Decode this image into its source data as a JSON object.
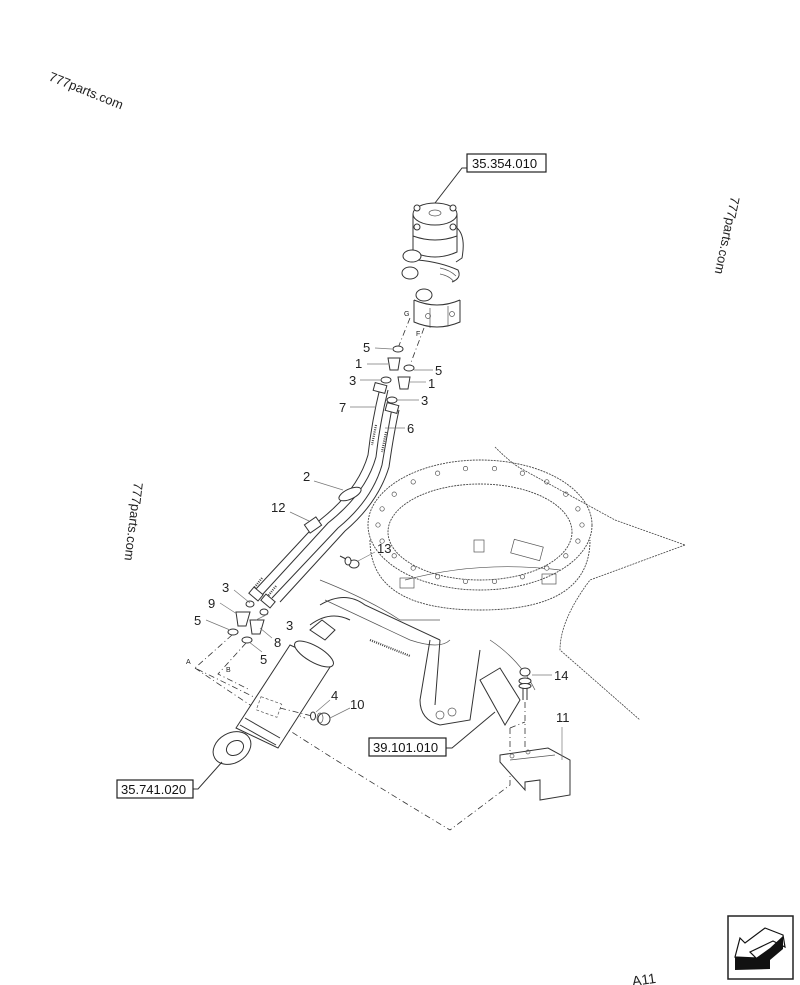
{
  "watermarks": [
    "777parts.com",
    "777parts.com",
    "777parts.com"
  ],
  "reference_boxes": {
    "swivel": "35.354.010",
    "frame": "39.101.010",
    "cylinder": "35.741.020"
  },
  "port_labels": {
    "g": "G",
    "f": "F",
    "a": "A",
    "b": "B"
  },
  "callouts": {
    "c5a": "5",
    "c1a": "1",
    "c3a": "3",
    "c7": "7",
    "c5b": "5",
    "c1b": "1",
    "c3b": "3",
    "c6": "6",
    "c2": "2",
    "c12": "12",
    "c13": "13",
    "c3c": "3",
    "c9": "9",
    "c5c": "5",
    "c3d": "3",
    "c8": "8",
    "c5d": "5",
    "c4": "4",
    "c10": "10",
    "c14": "14",
    "c11": "11"
  },
  "corner_mark": "A11",
  "nav": {
    "icon": "back-arrow-icon"
  },
  "colors": {
    "line": "#333333",
    "background": "#ffffff"
  }
}
